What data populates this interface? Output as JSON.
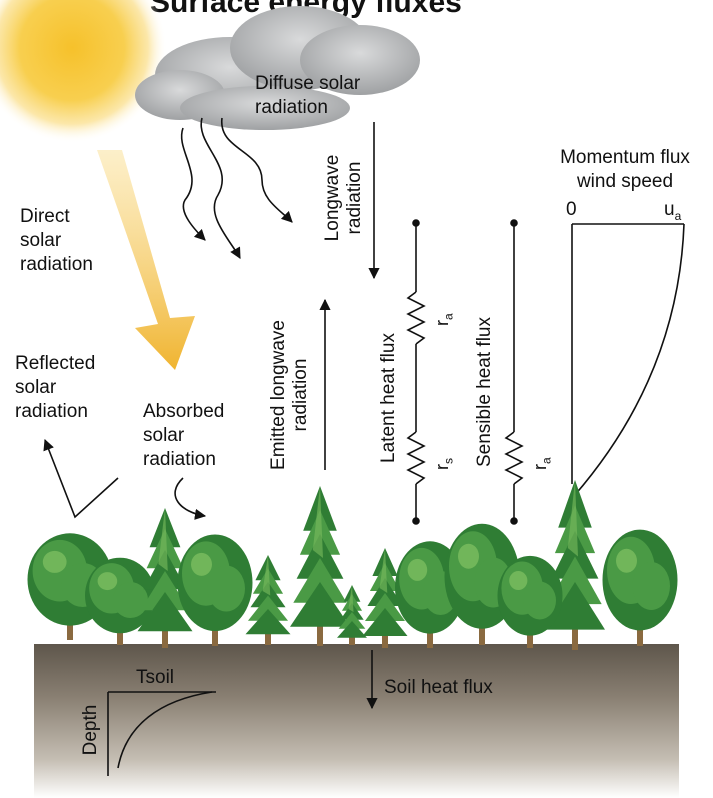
{
  "title": "Surface energy fluxes",
  "labels": {
    "diffuse": [
      "Diffuse solar",
      "radiation"
    ],
    "direct": [
      "Direct",
      "solar",
      "radiation"
    ],
    "reflected": [
      "Reflected",
      "solar",
      "radiation"
    ],
    "absorbed": [
      "Absorbed",
      "solar",
      "radiation"
    ],
    "longwave": [
      "Longwave",
      "radiation"
    ],
    "emitted": [
      "Emitted longwave",
      "radiation"
    ],
    "latent": "Latent heat flux",
    "sensible": "Sensible heat flux",
    "momentum": [
      "Momentum flux",
      "wind speed"
    ],
    "wind_zero": "0",
    "wind_ua": "u",
    "wind_ua_sub": "a",
    "r_a": "r",
    "r_a_sub": "a",
    "r_s": "r",
    "r_s_sub": "s",
    "soil": "Soil heat flux",
    "tsoil": "Tsoil",
    "depth": "Depth"
  },
  "colors": {
    "sun": "#f7c531",
    "sun_glow": "#fbe7a0",
    "cloud": "#b9babb",
    "direct_beam": "#f0b93a",
    "ground": "#7d7265",
    "ground_dark": "#5f574d",
    "tree_dark": "#2f7d34",
    "tree_mid": "#4a9a45",
    "tree_light": "#7bbd5f",
    "trunk": "#8a6a40",
    "line": "#111111"
  },
  "icons": [
    "sun-icon",
    "cloud-icon",
    "tree-icon",
    "resistor-icon"
  ]
}
